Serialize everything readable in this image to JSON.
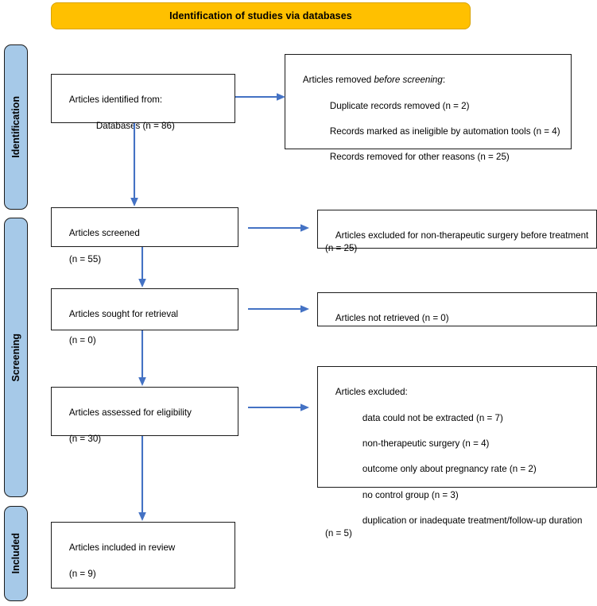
{
  "banner": {
    "title": "Identification of studies via databases"
  },
  "stages": [
    {
      "id": "identification",
      "label": "Identification"
    },
    {
      "id": "screening",
      "label": "Screening"
    },
    {
      "id": "included",
      "label": "Included"
    }
  ],
  "boxes": {
    "identified": {
      "line1": "Articles identified from:",
      "line2": "Databases (n = 86)"
    },
    "removed": {
      "heading_prefix": "Articles removed ",
      "heading_italic": "before screening",
      "heading_suffix": ":",
      "items": [
        "Duplicate records removed (n = 2)",
        "Records marked as ineligible by automation tools (n = 4)",
        "Records removed for other reasons (n = 25)"
      ]
    },
    "screened": {
      "line1": "Articles screened",
      "line2": "(n = 55)"
    },
    "excluded_screening": {
      "text": "Articles excluded for non-therapeutic surgery before treatment (n = 25)"
    },
    "sought": {
      "line1": "Articles sought for retrieval",
      "line2": "(n = 0)"
    },
    "not_retrieved": {
      "text": "Articles not retrieved (n = 0)"
    },
    "assessed": {
      "line1": "Articles assessed for eligibility",
      "line2": "(n = 30)"
    },
    "excluded_eligibility": {
      "heading": "Articles excluded:",
      "items": [
        "data could not be extracted (n = 7)",
        "non-therapeutic surgery (n = 4)",
        "outcome only about pregnancy rate (n = 2)",
        "no control group (n = 3)",
        "duplication or inadequate treatment/follow-up duration (n = 5)"
      ]
    },
    "included": {
      "line1": "Articles included in review",
      "line2": "(n = 9)"
    }
  },
  "colors": {
    "banner_fill": "#FFC000",
    "banner_border": "#D9A300",
    "stage_fill": "#A6C9E8",
    "box_border": "#1b1b1b",
    "arrow": "#4472C4"
  },
  "chart_data": {
    "type": "diagram",
    "title": "Identification of studies via databases",
    "flow": [
      {
        "stage": "Identification",
        "node": "Articles identified from: Databases",
        "n": 86
      },
      {
        "stage": "Identification",
        "node": "Articles removed before screening - Duplicate records removed",
        "n": 2
      },
      {
        "stage": "Identification",
        "node": "Articles removed before screening - Records marked as ineligible by automation tools",
        "n": 4
      },
      {
        "stage": "Identification",
        "node": "Articles removed before screening - Records removed for other reasons",
        "n": 25
      },
      {
        "stage": "Screening",
        "node": "Articles screened",
        "n": 55
      },
      {
        "stage": "Screening",
        "node": "Articles excluded for non-therapeutic surgery before treatment",
        "n": 25
      },
      {
        "stage": "Screening",
        "node": "Articles sought for retrieval",
        "n": 0
      },
      {
        "stage": "Screening",
        "node": "Articles not retrieved",
        "n": 0
      },
      {
        "stage": "Screening",
        "node": "Articles assessed for eligibility",
        "n": 30
      },
      {
        "stage": "Screening",
        "node": "Articles excluded - data could not be extracted",
        "n": 7
      },
      {
        "stage": "Screening",
        "node": "Articles excluded - non-therapeutic surgery",
        "n": 4
      },
      {
        "stage": "Screening",
        "node": "Articles excluded - outcome only about pregnancy rate",
        "n": 2
      },
      {
        "stage": "Screening",
        "node": "Articles excluded - no control group",
        "n": 3
      },
      {
        "stage": "Screening",
        "node": "Articles excluded - duplication or inadequate treatment/follow-up duration",
        "n": 5
      },
      {
        "stage": "Included",
        "node": "Articles included in review",
        "n": 9
      }
    ]
  }
}
